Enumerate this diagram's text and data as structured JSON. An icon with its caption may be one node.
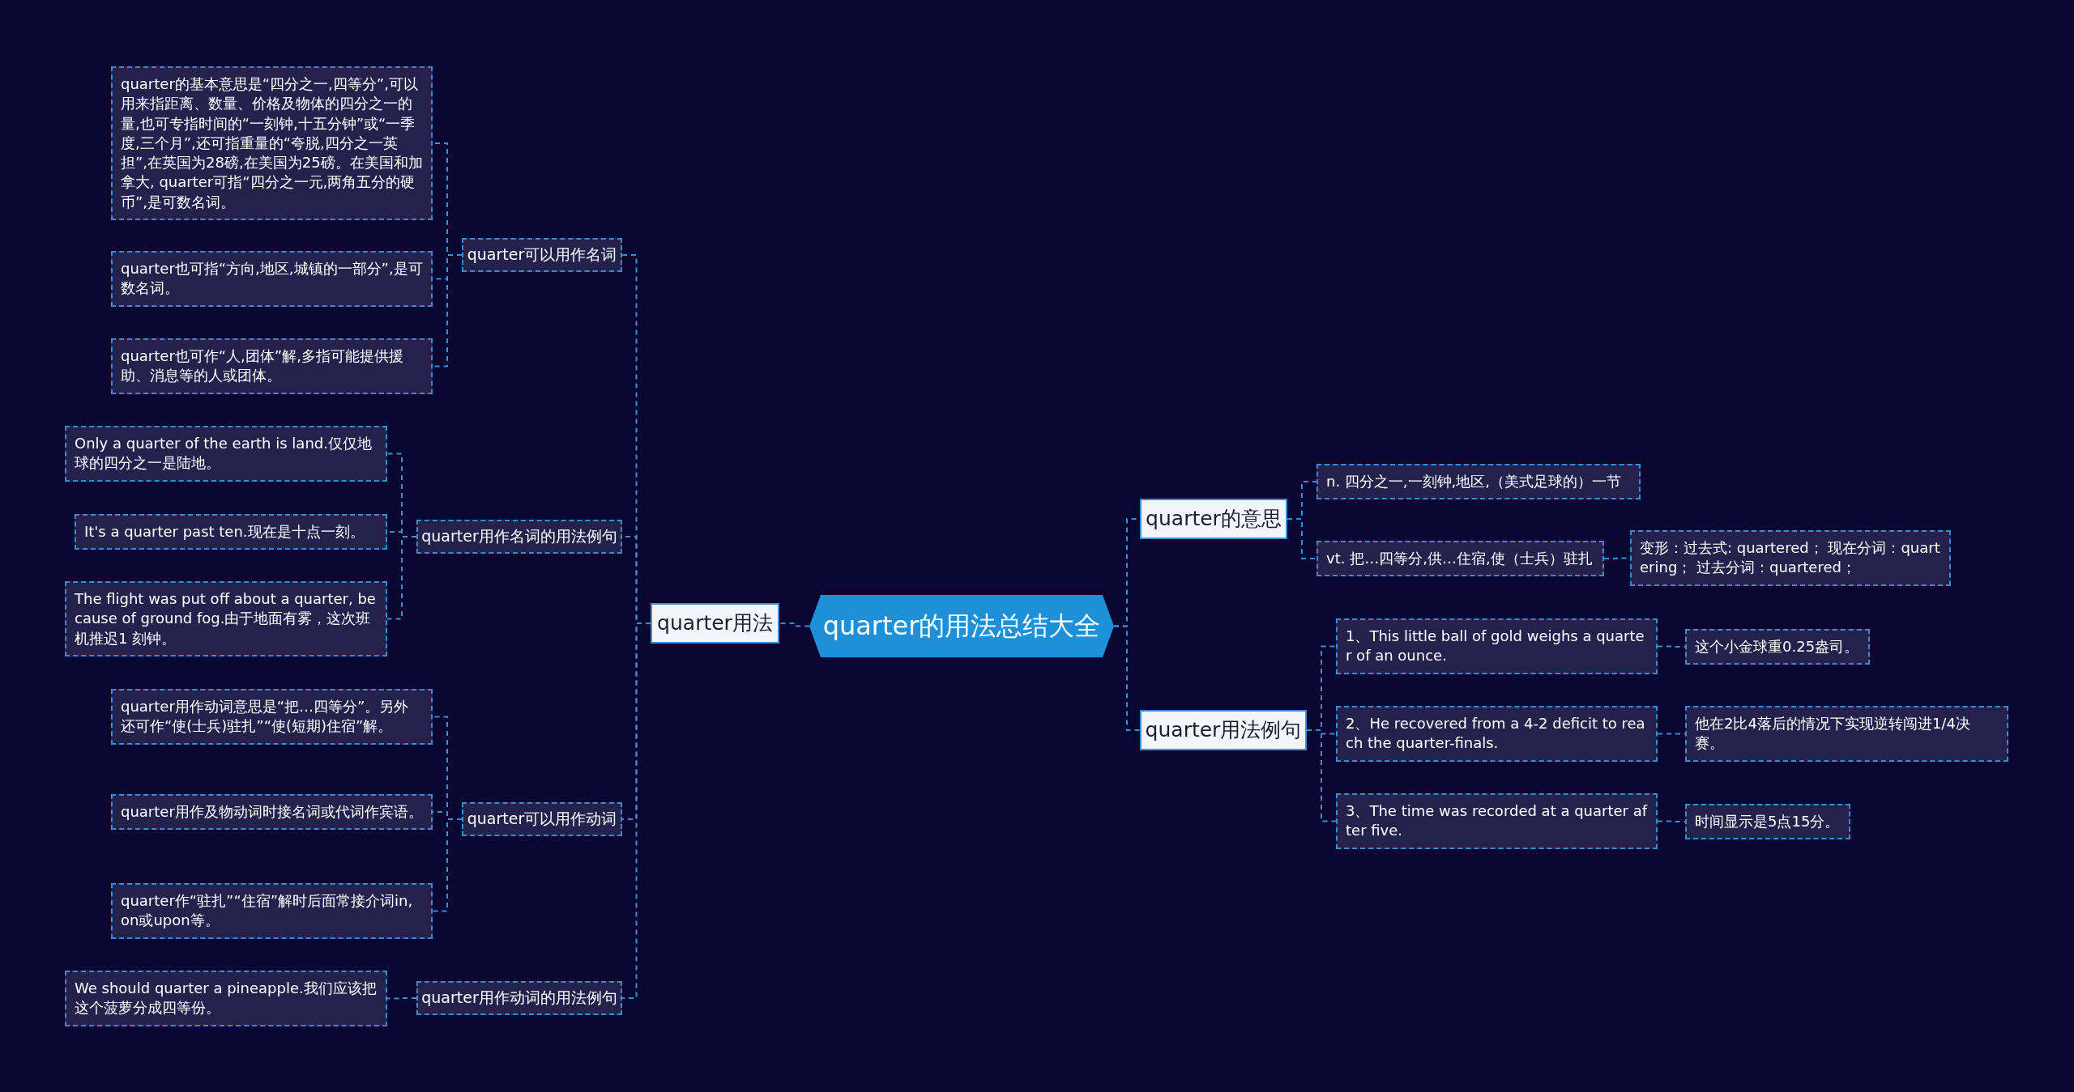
{
  "diagram": {
    "nodes": [
      {
        "text": [
          "quarter的用法总结大全"
        ]
      },
      {
        "text": [
          "quarter用法"
        ]
      },
      {
        "text": [
          "quarter可以用作名词"
        ]
      },
      {
        "text": [
          "quarter的基本意思是“四分之一,四等分”,可以用来指距离、数量、价格及物体的四分之一的量,也可专指时间的“一刻钟,十五分钟”或“一季度,三个月”,还可指重量的“夸脱,四分之一英担”,在英国为28磅,在美国为25磅。在美国和加拿大, quarter可指“四分之一元,两角五分的硬币”,是可数名词。"
        ]
      },
      {
        "text": [
          "quarter也可指“方向,地区,城镇的一部分”,是可数名词。"
        ]
      },
      {
        "text": [
          "quarter也可作“人,团体”解,多指可能提供援助、消息等的人或团体。"
        ]
      },
      {
        "text": [
          "quarter用作名词的用法例句"
        ]
      },
      {
        "text": [
          "Only a quarter of the earth is land.仅仅地球的四分之一是陆地。"
        ]
      },
      {
        "text": [
          "It's a quarter past ten.现在是十点一刻。"
        ]
      },
      {
        "text": [
          "The flight was put off about a quarter, because of ground fog.由于地面有雾，这次班机推迟1 刻钟。"
        ]
      },
      {
        "text": [
          "quarter可以用作动词"
        ]
      },
      {
        "text": [
          "quarter用作动词意思是“把…四等分”。另外还可作“使(士兵)驻扎”“使(短期)住宿”解。"
        ]
      },
      {
        "text": [
          "quarter用作及物动词时接名词或代词作宾语。"
        ]
      },
      {
        "text": [
          "quarter作“驻扎”“住宿”解时后面常接介词in, on或upon等。"
        ]
      },
      {
        "text": [
          "quarter用作动词的用法例句"
        ]
      },
      {
        "text": [
          "We should quarter a pineapple.我们应该把这个菠萝分成四等份。"
        ]
      },
      {
        "text": [
          "quarter的意思"
        ]
      },
      {
        "text": [
          "n. 四分之一,一刻钟,地区,（美式足球的）一节"
        ]
      },
      {
        "text": [
          "vt. 把…四等分,供…住宿,使（士兵）驻扎"
        ]
      },
      {
        "text": [
          "变形：过去式: quartered； 现在分词：quartering； 过去分词：quartered；"
        ]
      },
      {
        "text": [
          "quarter用法例句"
        ]
      },
      {
        "text": [
          "1、This little ball of gold weighs a quarter of an ounce."
        ]
      },
      {
        "text": [
          "这个小金球重0.25盎司。"
        ]
      },
      {
        "text": [
          "2、He recovered from a 4-2 deficit to reach the quarter-finals."
        ]
      },
      {
        "text": [
          "他在2比4落后的情况下实现逆转闯进1/4决赛。"
        ]
      },
      {
        "text": [
          "3、The time was recorded at a quarter after five."
        ]
      },
      {
        "text": [
          "时间显示是5点15分。"
        ]
      }
    ],
    "edges": [
      {
        "from": 0,
        "to": 1,
        "arrow": "none"
      },
      {
        "from": 1,
        "to": 2,
        "arrow": "none"
      },
      {
        "from": 2,
        "to": 3,
        "arrow": "none"
      },
      {
        "from": 2,
        "to": 4,
        "arrow": "none"
      },
      {
        "from": 2,
        "to": 5,
        "arrow": "none"
      },
      {
        "from": 1,
        "to": 6,
        "arrow": "none"
      },
      {
        "from": 6,
        "to": 7,
        "arrow": "none"
      },
      {
        "from": 6,
        "to": 8,
        "arrow": "none"
      },
      {
        "from": 6,
        "to": 9,
        "arrow": "none"
      },
      {
        "from": 1,
        "to": 10,
        "arrow": "none"
      },
      {
        "from": 10,
        "to": 11,
        "arrow": "none"
      },
      {
        "from": 10,
        "to": 12,
        "arrow": "none"
      },
      {
        "from": 10,
        "to": 13,
        "arrow": "none"
      },
      {
        "from": 1,
        "to": 14,
        "arrow": "none"
      },
      {
        "from": 14,
        "to": 15,
        "arrow": "none"
      },
      {
        "from": 0,
        "to": 16,
        "arrow": "none"
      },
      {
        "from": 16,
        "to": 17,
        "arrow": "none"
      },
      {
        "from": 16,
        "to": 18,
        "arrow": "none"
      },
      {
        "from": 18,
        "to": 19,
        "arrow": "none"
      },
      {
        "from": 0,
        "to": 20,
        "arrow": "none"
      },
      {
        "from": 20,
        "to": 21,
        "arrow": "none"
      },
      {
        "from": 21,
        "to": 22,
        "arrow": "none"
      },
      {
        "from": 20,
        "to": 23,
        "arrow": "none"
      },
      {
        "from": 23,
        "to": 24,
        "arrow": "none"
      },
      {
        "from": 20,
        "to": 25,
        "arrow": "none"
      },
      {
        "from": 25,
        "to": 26,
        "arrow": "none"
      }
    ]
  }
}
